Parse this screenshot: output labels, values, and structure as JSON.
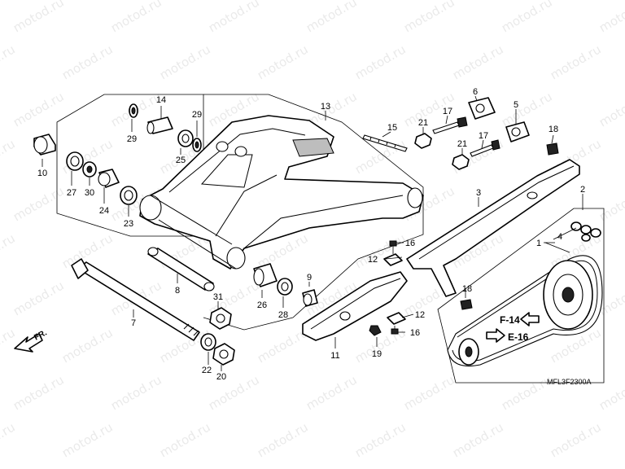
{
  "watermark": "motod.ru",
  "drawing_code": "MFL3F2300A",
  "front_marker": "FR.",
  "references": {
    "f14": "F-14",
    "e16": "E-16"
  },
  "callouts": {
    "c1": "1",
    "c2": "2",
    "c3": "3",
    "c4": "4",
    "c5": "5",
    "c6": "6",
    "c7": "7",
    "c8": "8",
    "c9": "9",
    "c10": "10",
    "c11": "11",
    "c12a": "12",
    "c12b": "12",
    "c13": "13",
    "c14": "14",
    "c15": "15",
    "c16a": "16",
    "c16b": "16",
    "c17a": "17",
    "c17b": "17",
    "c18a": "18",
    "c18b": "18",
    "c19": "19",
    "c20": "20",
    "c21a": "21",
    "c21b": "21",
    "c22": "22",
    "c23": "23",
    "c24": "24",
    "c25": "25",
    "c26": "26",
    "c27": "27",
    "c28": "28",
    "c29a": "29",
    "c29b": "29",
    "c30": "30",
    "c31": "31"
  },
  "colors": {
    "line": "#000000",
    "background": "#ffffff",
    "watermark": "#d9d9d9"
  }
}
